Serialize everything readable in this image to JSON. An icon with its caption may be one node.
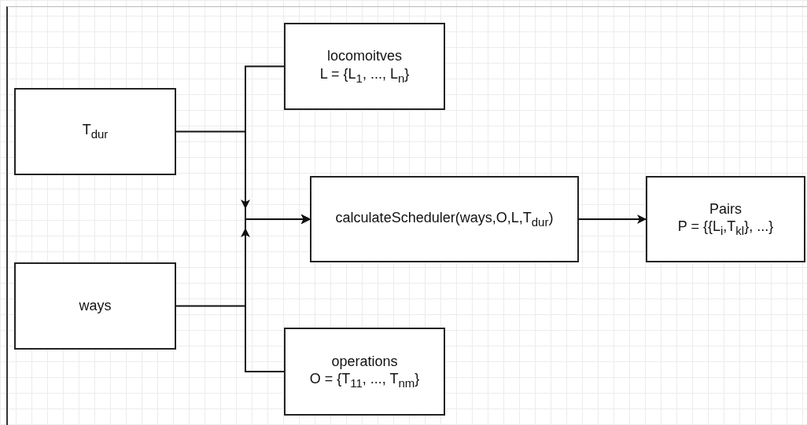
{
  "diagram": {
    "nodes": [
      {
        "text": [
          "T$_{dur}$"
        ]
      },
      {
        "text": [
          "locomoitves",
          "L = {L$_{1}$, ..., L$_{n}$}"
        ]
      },
      {
        "text": [
          "calculateScheduler(ways,O,L,T$_{dur}$)"
        ]
      },
      {
        "text": [
          "Pairs",
          "P = {{L$_{i}$,T$_{kl}$}, ...}"
        ]
      },
      {
        "text": [
          "ways"
        ]
      },
      {
        "text": [
          "operations",
          "O = {T$_{11}$, ..., T$_{nm}$}"
        ]
      }
    ],
    "edges": [
      {
        "from": 0,
        "to": 2,
        "arrow": "to"
      },
      {
        "from": 1,
        "to": 2,
        "arrow": "to"
      },
      {
        "from": 4,
        "to": 2,
        "arrow": "to"
      },
      {
        "from": 5,
        "to": 2,
        "arrow": "to"
      },
      {
        "from": 2,
        "to": 3,
        "arrow": "to"
      }
    ]
  }
}
